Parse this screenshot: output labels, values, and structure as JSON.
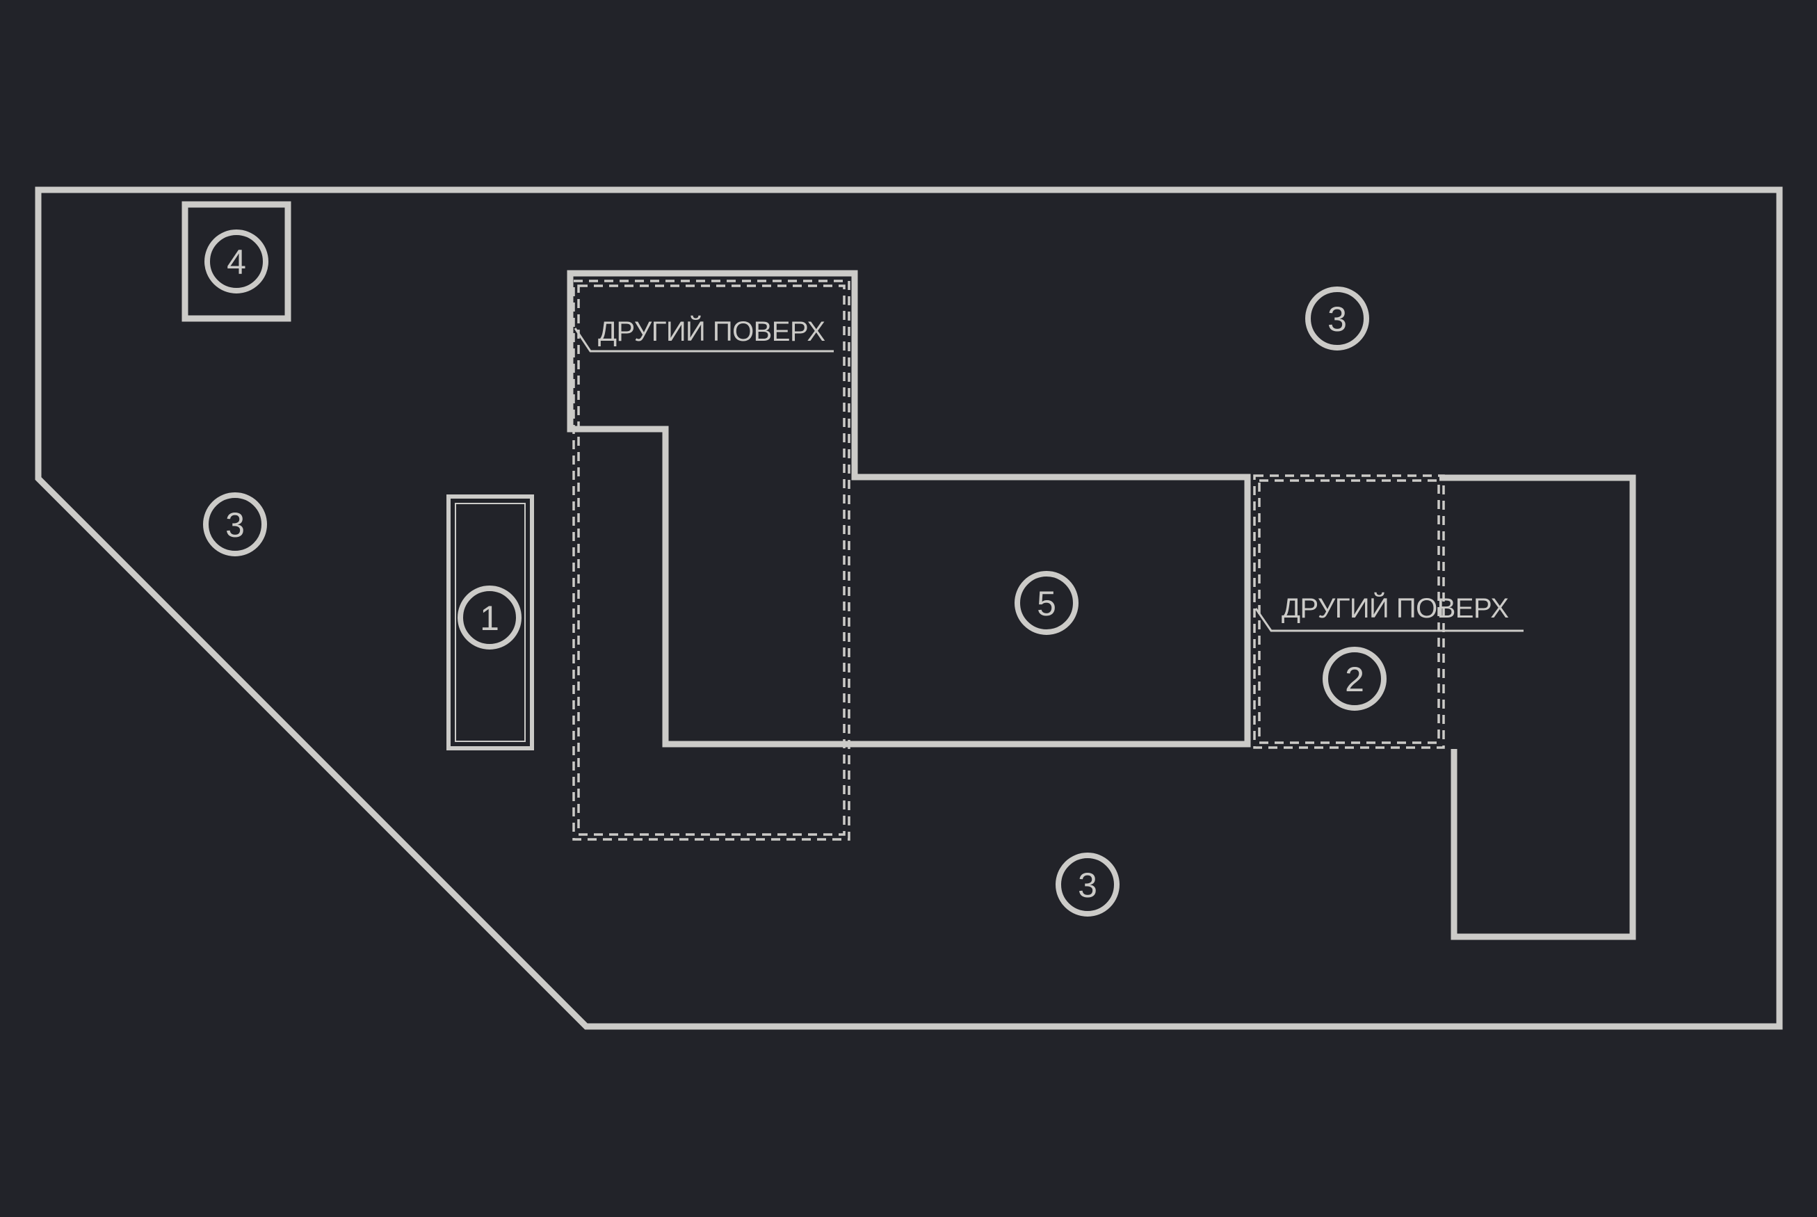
{
  "plan": {
    "background_color": "#222329",
    "line_color": "#cccbc8",
    "labels": {
      "upper_region": "ДРУГИЙ ПОВЕРХ",
      "right_region": "ДРУГИЙ ПОВЕРХ"
    },
    "markers": [
      {
        "id": "area-4",
        "label": "4"
      },
      {
        "id": "area-3-left",
        "label": "3"
      },
      {
        "id": "area-3-top-right",
        "label": "3"
      },
      {
        "id": "area-3-bottom",
        "label": "3"
      },
      {
        "id": "area-1",
        "label": "1"
      },
      {
        "id": "area-5",
        "label": "5"
      },
      {
        "id": "area-2",
        "label": "2"
      }
    ]
  }
}
